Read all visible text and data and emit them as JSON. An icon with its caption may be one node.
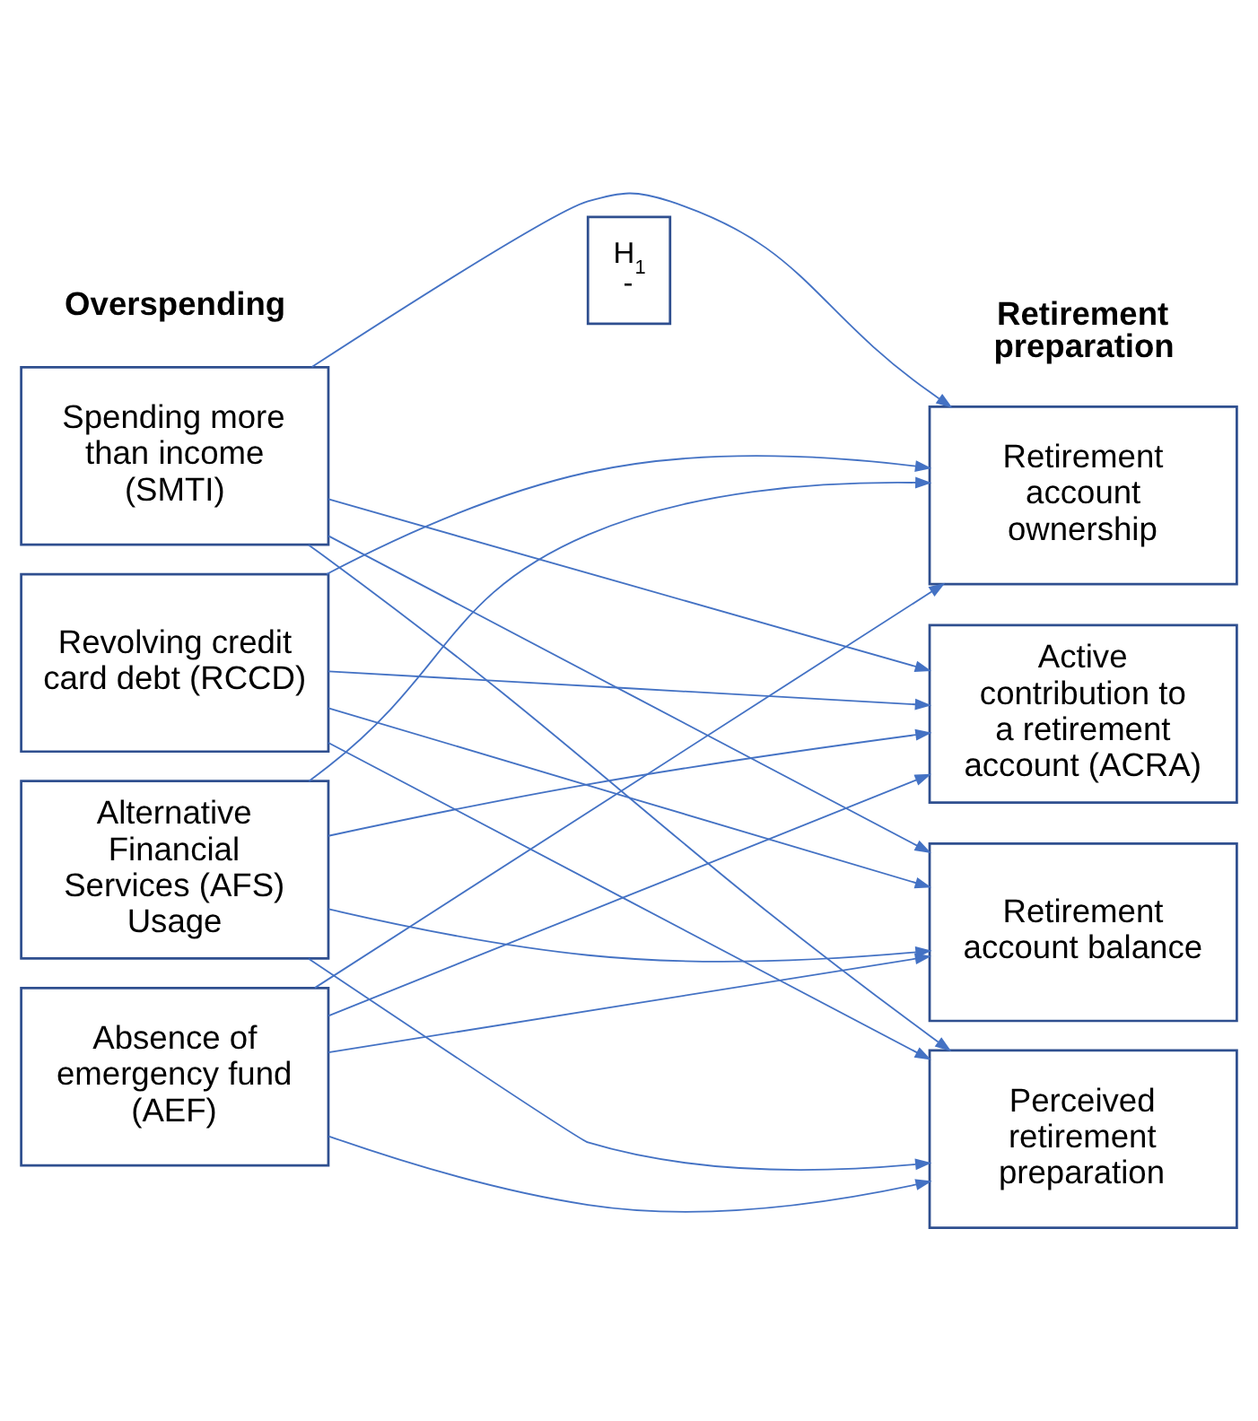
{
  "diagram": {
    "nodes": [
      {
        "text": [
          "Spending more than income (SMTI)"
        ]
      },
      {
        "text": [
          "Revolving credit card debt (RCCD)"
        ]
      },
      {
        "text": [
          "Alternative Financial Services (AFS) Usage"
        ]
      },
      {
        "text": [
          "Absence of emergency fund (AEF)"
        ]
      },
      {
        "text": [
          "H$_{1}$",
          "-"
        ]
      },
      {
        "text": [
          "Retirement account ownership"
        ]
      },
      {
        "text": [
          "Active contribution to a retirement account (ACRA)"
        ]
      },
      {
        "text": [
          "Retirement account balance"
        ]
      },
      {
        "text": [
          "Perceived retirement preparation"
        ]
      }
    ],
    "edges": [
      {
        "from": 0,
        "to": 5,
        "arrow": "to"
      },
      {
        "from": 0,
        "to": 6,
        "arrow": "to"
      },
      {
        "from": 0,
        "to": 7,
        "arrow": "to"
      },
      {
        "from": 0,
        "to": 8,
        "arrow": "to"
      },
      {
        "from": 1,
        "to": 5,
        "arrow": "to"
      },
      {
        "from": 1,
        "to": 6,
        "arrow": "to"
      },
      {
        "from": 1,
        "to": 7,
        "arrow": "to"
      },
      {
        "from": 1,
        "to": 8,
        "arrow": "to"
      },
      {
        "from": 2,
        "to": 5,
        "arrow": "to"
      },
      {
        "from": 2,
        "to": 6,
        "arrow": "to"
      },
      {
        "from": 2,
        "to": 7,
        "arrow": "to"
      },
      {
        "from": 2,
        "to": 8,
        "arrow": "to"
      },
      {
        "from": 3,
        "to": 5,
        "arrow": "to"
      },
      {
        "from": 3,
        "to": 6,
        "arrow": "to"
      },
      {
        "from": 3,
        "to": 7,
        "arrow": "to"
      },
      {
        "from": 3,
        "to": 8,
        "arrow": "to"
      }
    ],
    "labels": [
      "Overspending",
      "Retirement preparation"
    ]
  }
}
